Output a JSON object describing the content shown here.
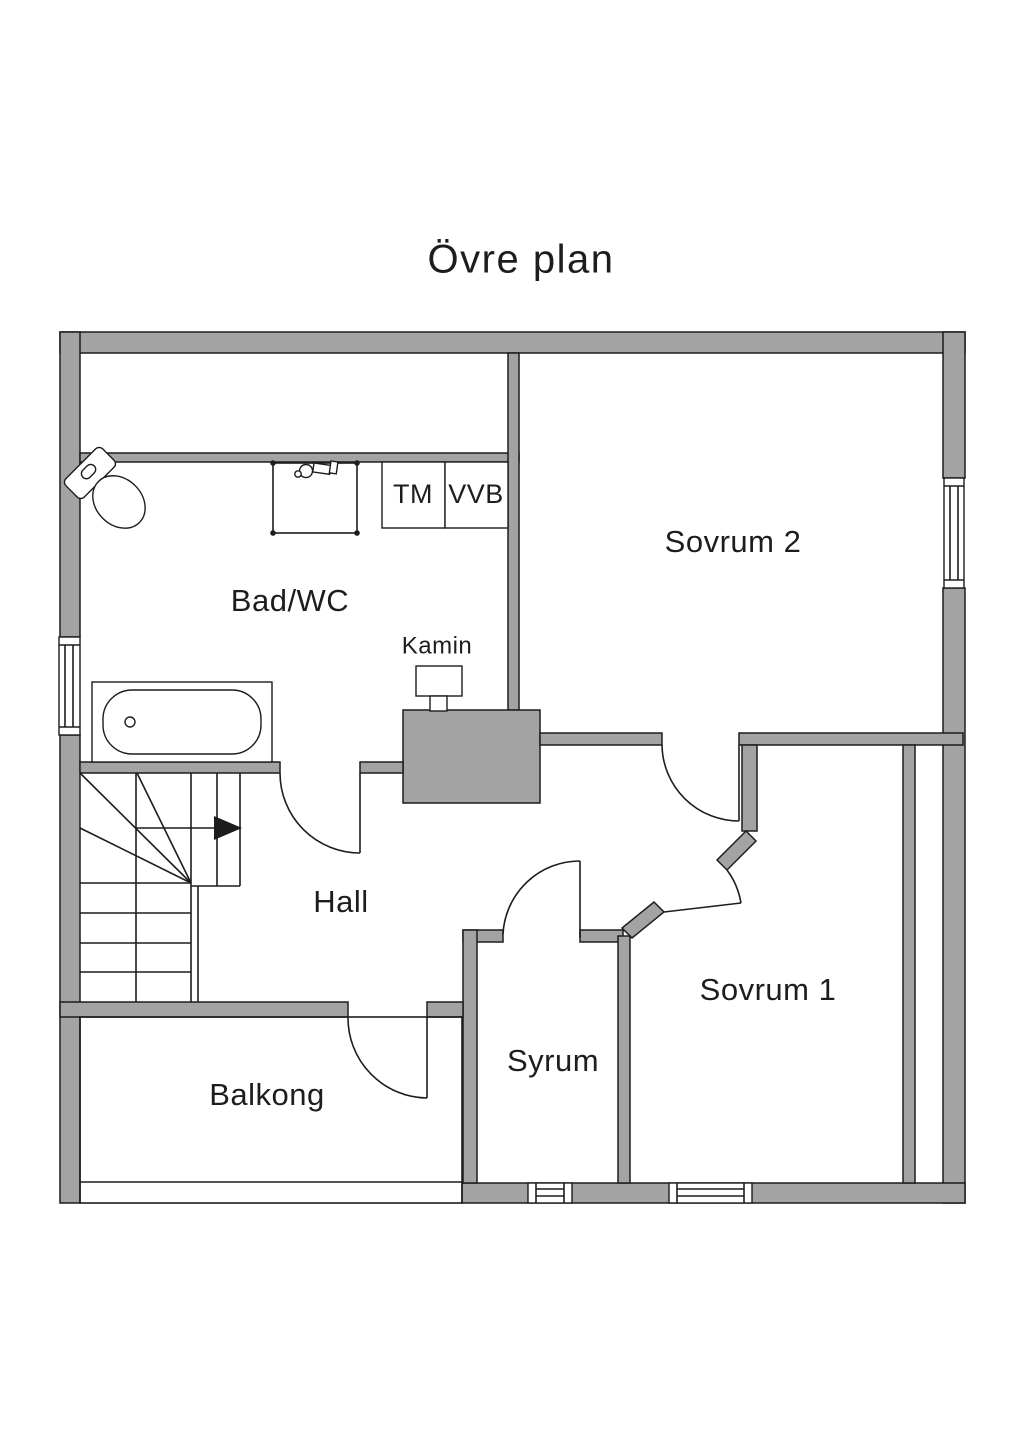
{
  "title": "Övre plan",
  "floor_plan": {
    "labels": {
      "bad_wc": "Bad/WC",
      "sovrum_2": "Sovrum 2",
      "hall": "Hall",
      "sovrum_1": "Sovrum 1",
      "syrum": "Syrum",
      "balkong": "Balkong",
      "kamin": "Kamin",
      "tm": "TM",
      "vvb": "VVB"
    },
    "colors": {
      "wall": "#a3a3a3",
      "line": "#1d1d1d",
      "background": "#ffffff"
    }
  }
}
